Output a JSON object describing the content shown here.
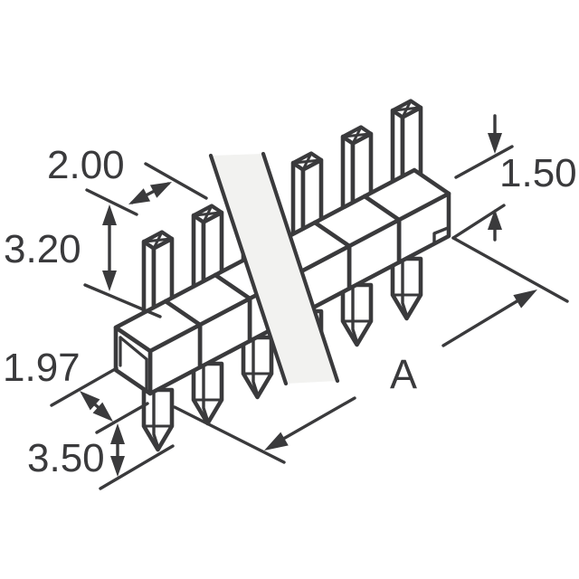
{
  "figure": {
    "kind": "technical-dimension-drawing",
    "subject": "pin-header-connector",
    "colors": {
      "line": "#3a3a3c",
      "background": "#ffffff",
      "break_band_fill": "#f2f2f0",
      "face_fill": "#ffffff"
    },
    "dimensions": {
      "pitch": "2.00",
      "post_height": "3.20",
      "body_offset": "1.97",
      "tail_length": "3.50",
      "insulator_height": "1.50",
      "overall_length_ref": "A"
    }
  }
}
